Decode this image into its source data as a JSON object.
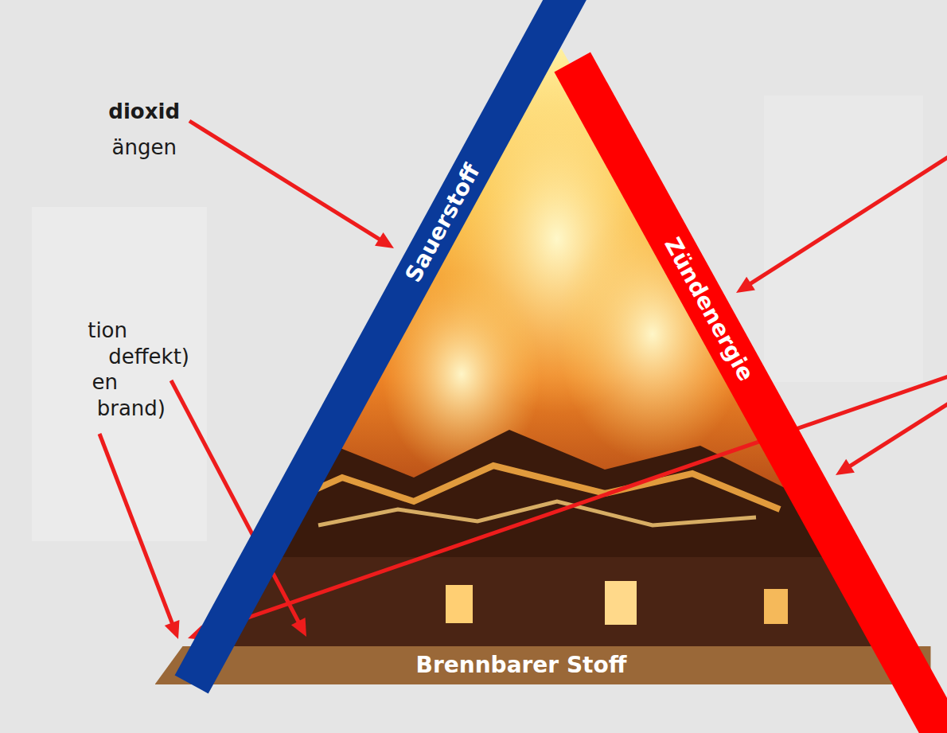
{
  "diagram": {
    "nodes": [
      {
        "text": [
          "Sauerstoff"
        ]
      },
      {
        "text": [
          "Zündenergie"
        ]
      },
      {
        "text": [
          "Brennbarer Stoff"
        ]
      }
    ],
    "labels": [
      "dioxid",
      "ängen",
      "tion",
      "deffekt)",
      "en",
      "brand)"
    ]
  }
}
